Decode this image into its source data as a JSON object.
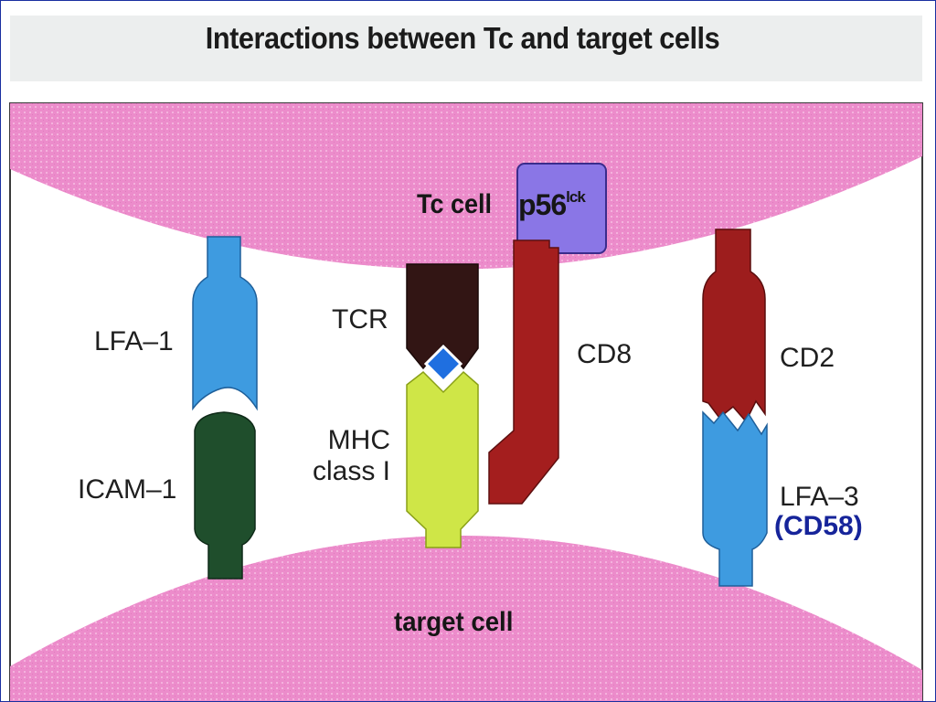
{
  "title": "Interactions between Tc and target cells",
  "cells": {
    "tc_cell": "Tc cell",
    "target_cell": "target cell"
  },
  "kinase": {
    "name": "p56",
    "superscript": "lck",
    "color": "#8a76e6"
  },
  "molecules": {
    "lfa1": "LFA–1",
    "icam1": "ICAM–1",
    "tcr": "TCR",
    "mhc_line1": "MHC",
    "mhc_line2": "class I",
    "cd8": "CD8",
    "cd2": "CD2",
    "lfa3": "LFA–3",
    "cd58": "(CD58)"
  },
  "colors": {
    "membrane": "#ec8ccb",
    "lfa1": "#3e9be0",
    "icam1": "#1f4e2c",
    "tcr": "#321514",
    "antigen": "#1f6fe0",
    "mhc": "#cfe647",
    "cd8": "#a41e1e",
    "cd2": "#9d1d1d",
    "lfa3": "#3e9be0",
    "accent_text": "#16249a"
  }
}
